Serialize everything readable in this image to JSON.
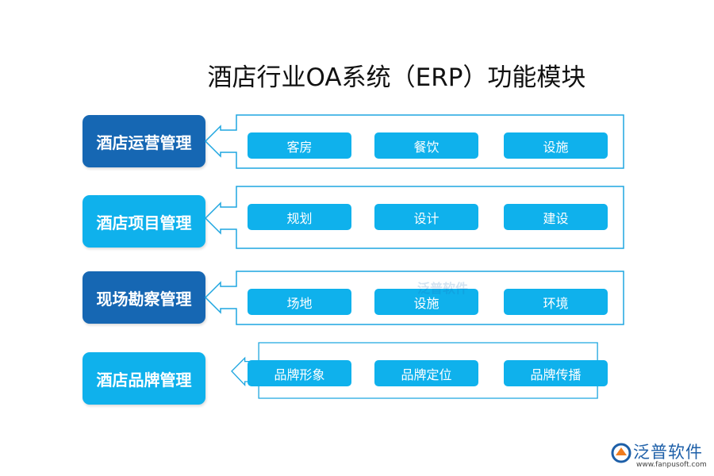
{
  "title": "酒店行业OA系统（ERP）功能模块",
  "rows": [
    {
      "category": "酒店运营管理",
      "style": "dark",
      "items": [
        "客房",
        "餐饮",
        "设施"
      ]
    },
    {
      "category": "酒店项目管理",
      "style": "light",
      "items": [
        "规划",
        "设计",
        "建设"
      ]
    },
    {
      "category": "现场勘察管理",
      "style": "dark",
      "items": [
        "场地",
        "设施",
        "环境"
      ]
    },
    {
      "category": "酒店品牌管理",
      "style": "light",
      "items": [
        "品牌形象",
        "品牌定位",
        "品牌传播"
      ]
    }
  ],
  "watermark": "泛普软件",
  "logo": {
    "name": "泛普软件",
    "url": "www.fanpusoft.com"
  },
  "colors": {
    "dark": "#1667b3",
    "light": "#0fb1ec",
    "border": "#1fa6e0"
  }
}
